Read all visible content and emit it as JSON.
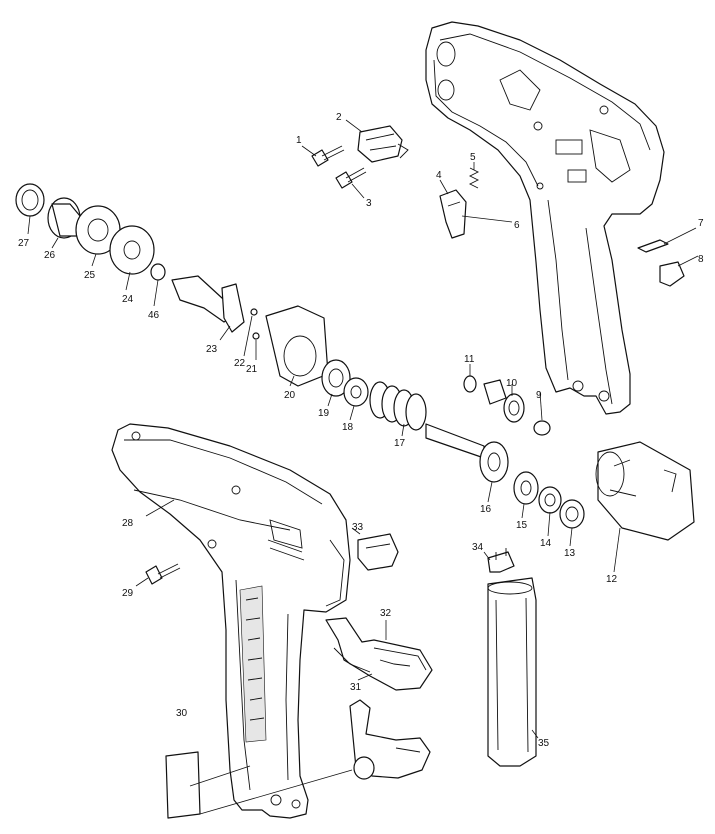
{
  "diagram": {
    "labels": [
      "1",
      "2",
      "3",
      "4",
      "5",
      "6",
      "7",
      "8",
      "9",
      "10",
      "11",
      "12",
      "13",
      "14",
      "15",
      "16",
      "17",
      "18",
      "19",
      "20",
      "21",
      "22",
      "23",
      "24",
      "25",
      "26",
      "27",
      "28",
      "29",
      "30",
      "31",
      "32",
      "33",
      "34",
      "35",
      "46"
    ]
  }
}
